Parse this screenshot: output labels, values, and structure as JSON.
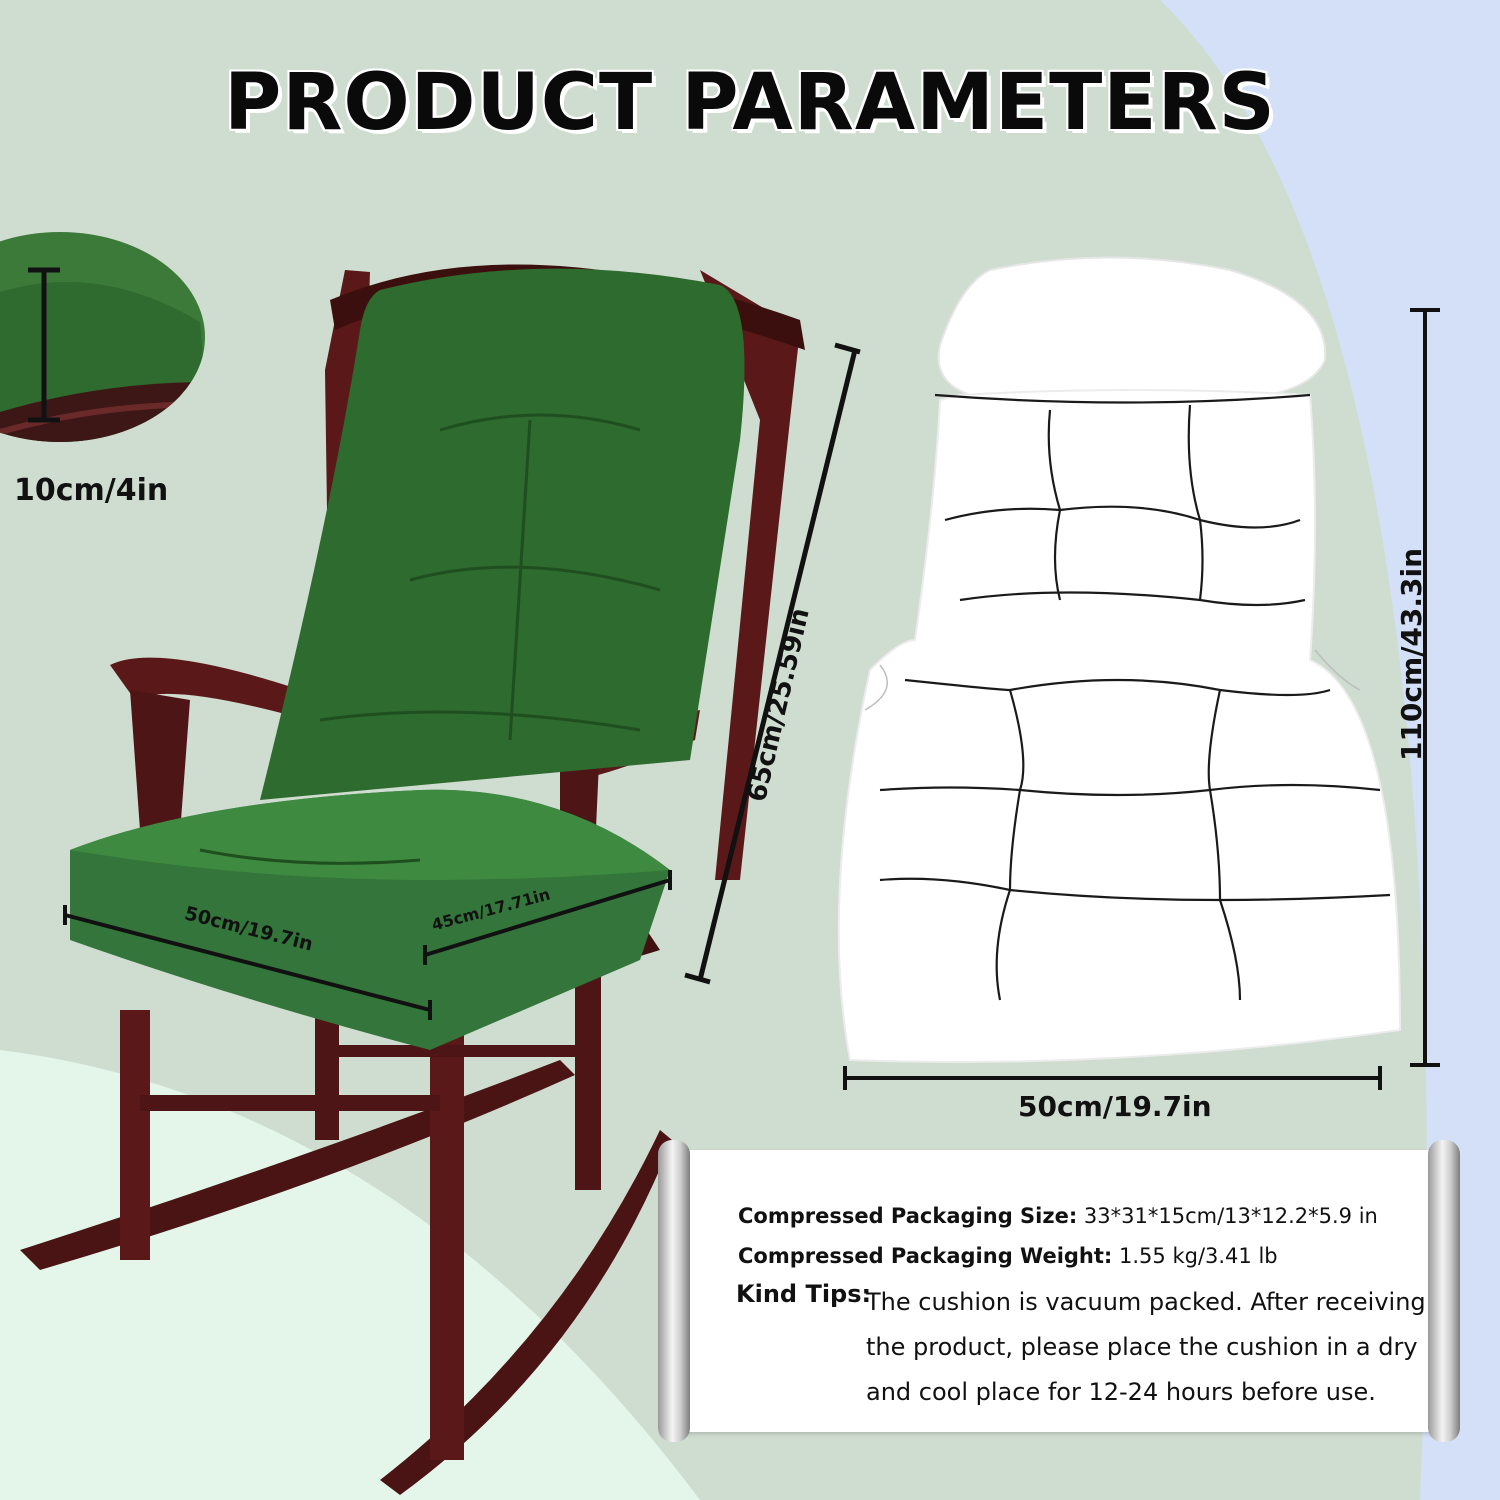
{
  "title": "PRODUCT PARAMETERS",
  "labels": {
    "thickness": "10cm/4in",
    "back_height": "65cm/25.59in",
    "seat_width": "50cm/19.7in",
    "seat_depth": "45cm/17.71in",
    "total_length": "110cm/43.3in",
    "total_width": "50cm/19.7in"
  },
  "specs": {
    "packaging_size_label": "Compressed Packaging Size:",
    "packaging_size_value": "33*31*15cm/13*12.2*5.9 in",
    "packaging_weight_label": "Compressed Packaging Weight:",
    "packaging_weight_value": "1.55 kg/3.41 lb",
    "tips_label": "Kind Tips:",
    "tips_text": "The cushion is vacuum packed. After receiving the product, please place the cushion in a dry and cool place for 12-24 hours before use."
  },
  "colors": {
    "cushion_green": "#2e6b2e",
    "chair_wood": "#4a1414",
    "background_sage": "#cfdfd2",
    "background_blue": "#d3e0f7"
  }
}
